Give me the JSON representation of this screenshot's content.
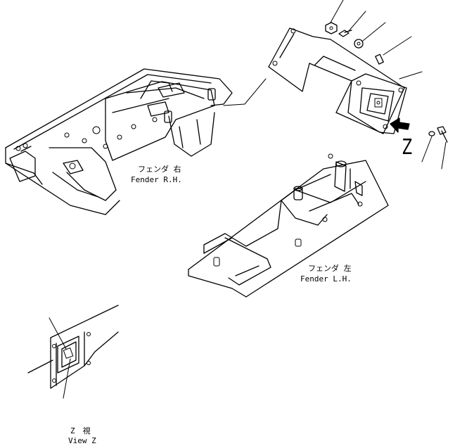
{
  "labels": {
    "fender_rh_jp": "フェンダ 右",
    "fender_rh_en": "Fender R.H.",
    "fender_lh_jp": "フェンダ 左",
    "fender_lh_en": "Fender L.H.",
    "view_z_jp": "Z　視",
    "view_z_en": "View Z",
    "z_marker": "Z"
  }
}
